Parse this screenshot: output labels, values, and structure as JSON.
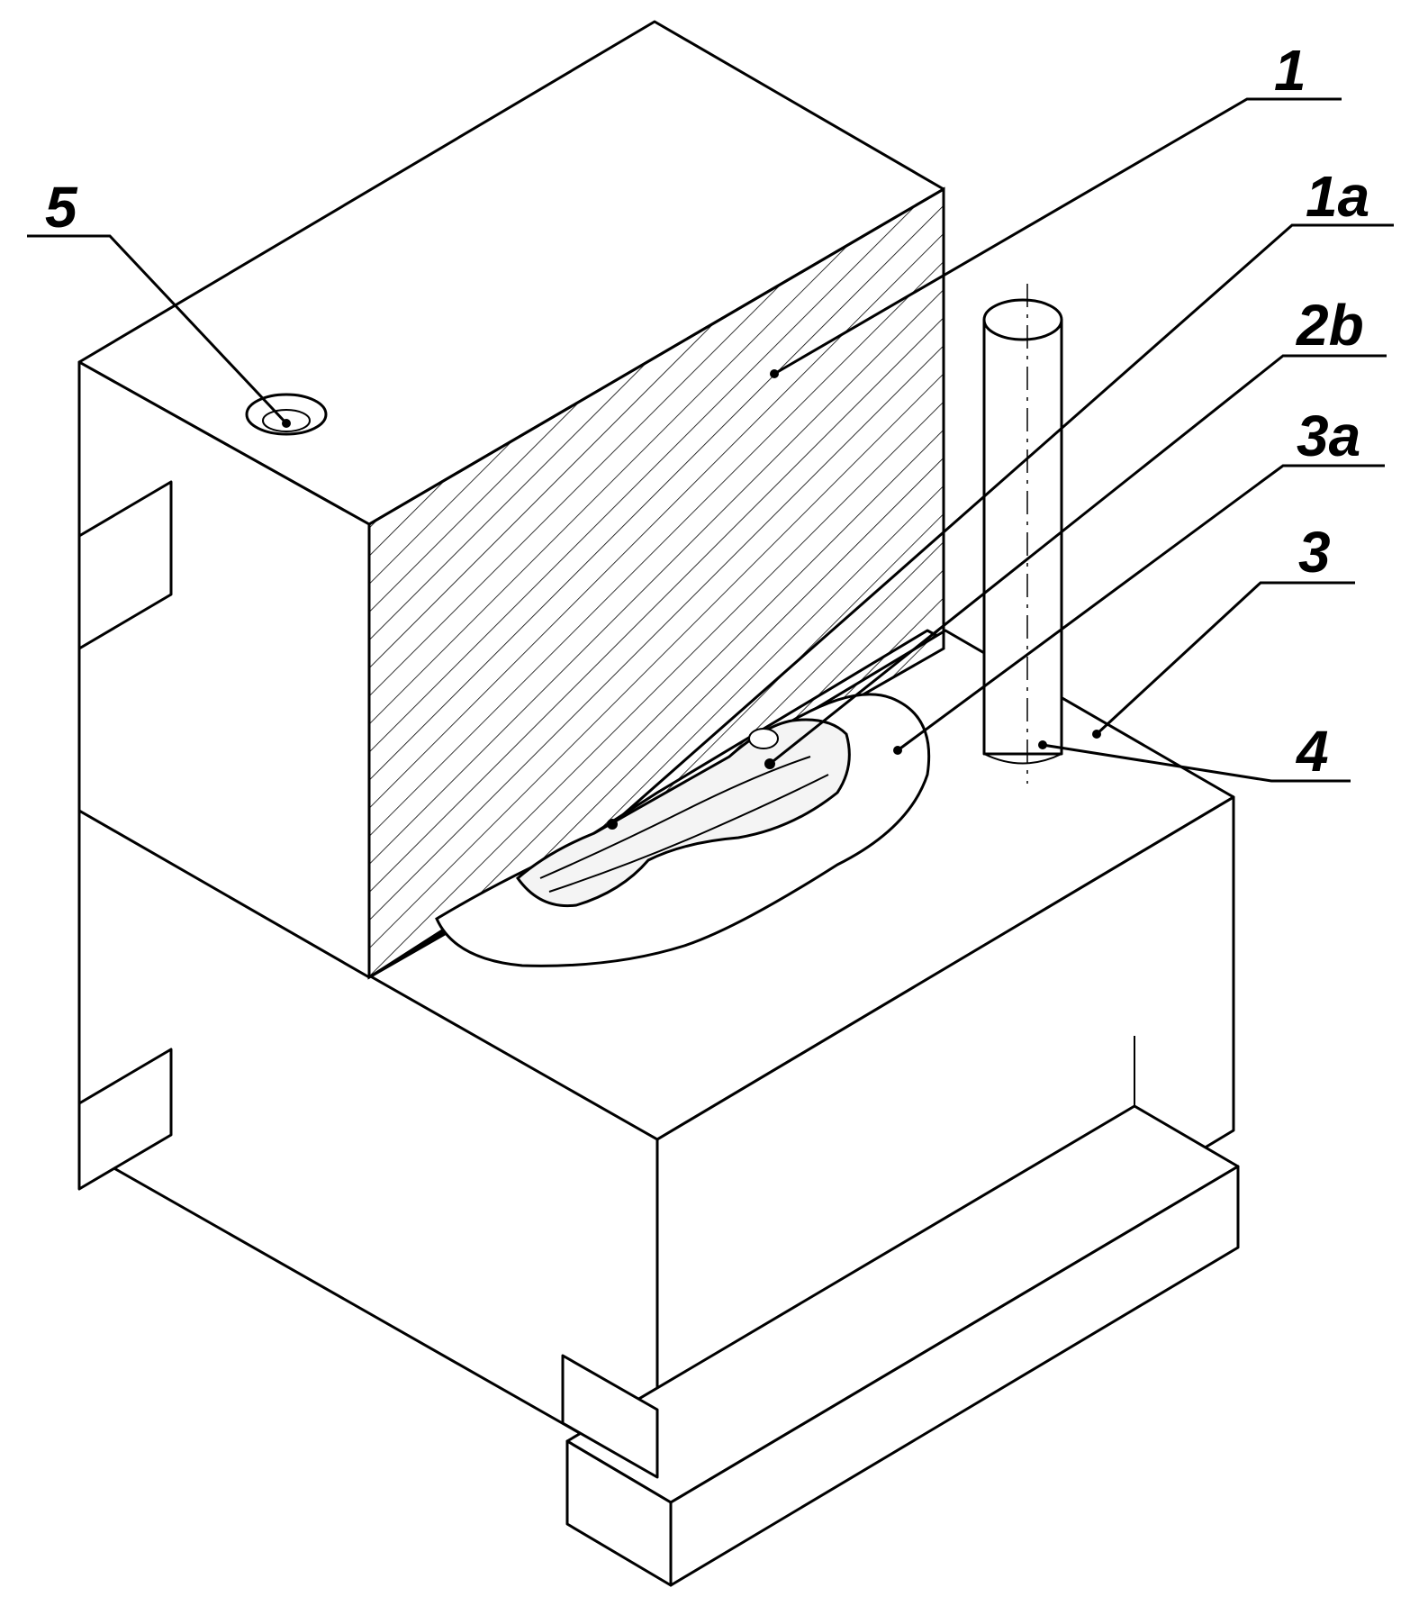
{
  "figure": {
    "callouts": [
      {
        "id": "5",
        "label": "5"
      },
      {
        "id": "1",
        "label": "1"
      },
      {
        "id": "1a",
        "label": "1a"
      },
      {
        "id": "2b",
        "label": "2b"
      },
      {
        "id": "3a",
        "label": "3a"
      },
      {
        "id": "3",
        "label": "3"
      },
      {
        "id": "4",
        "label": "4"
      }
    ]
  }
}
